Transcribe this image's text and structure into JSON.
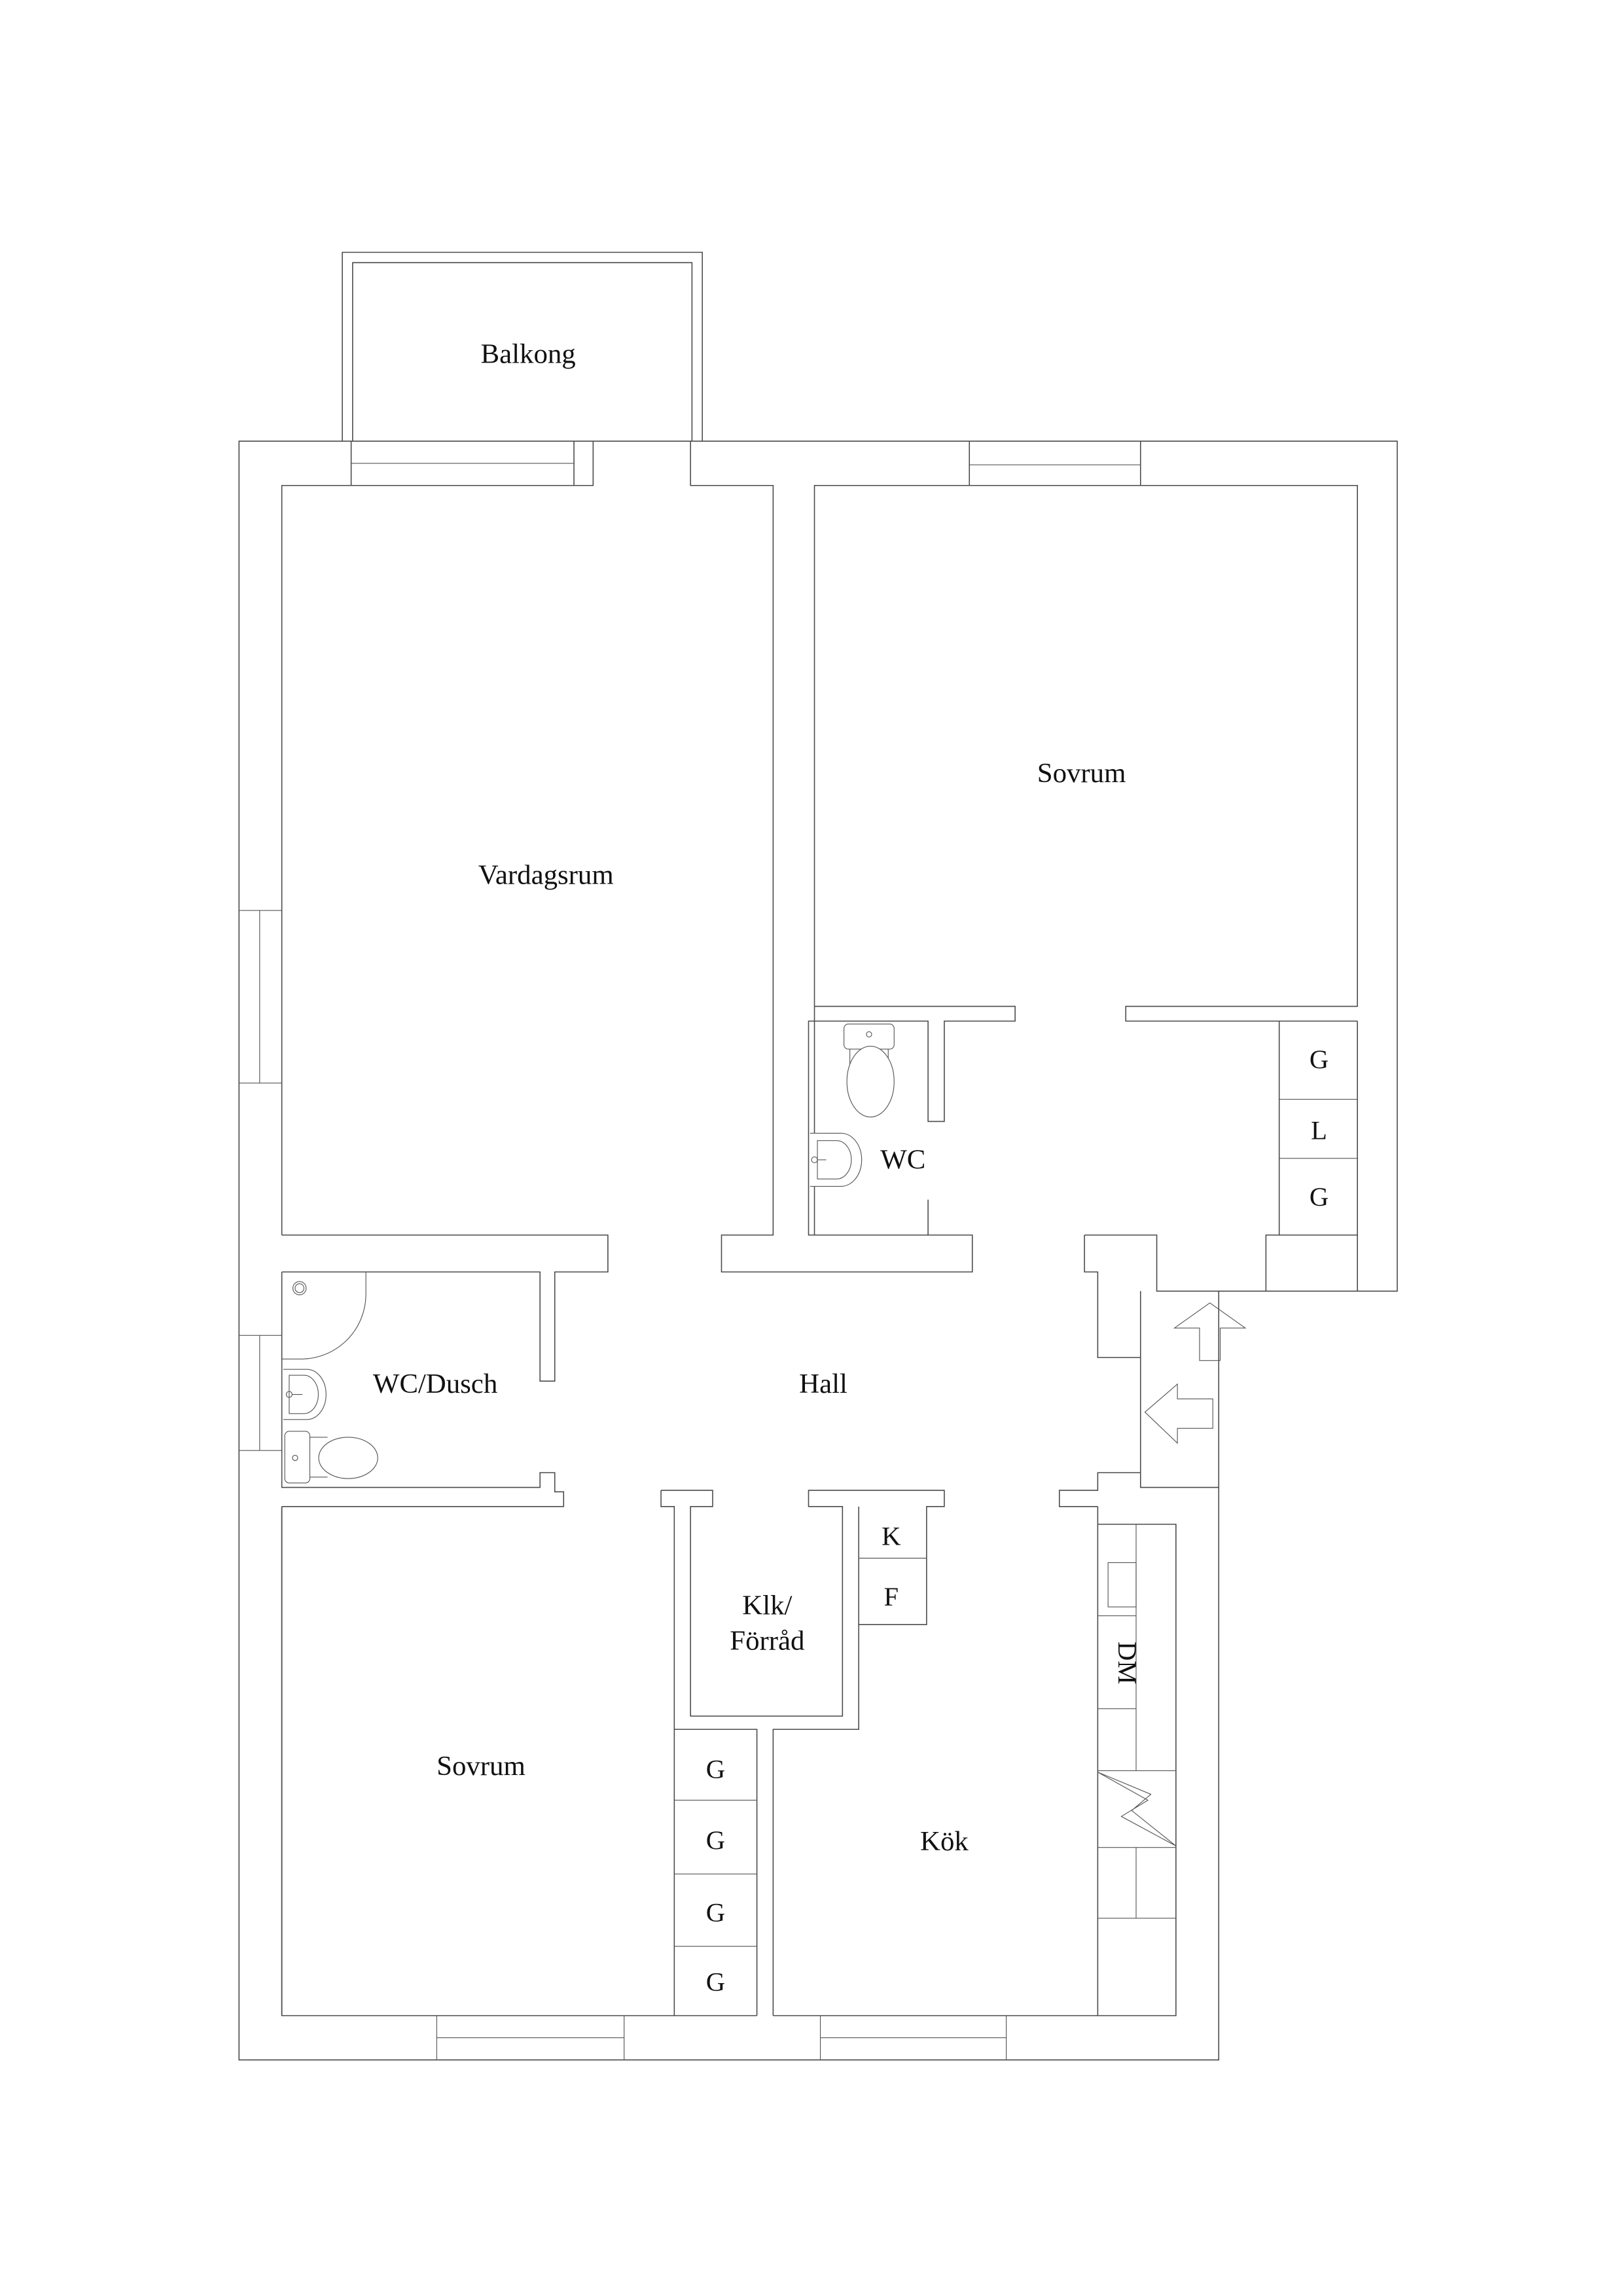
{
  "floorplan": {
    "rooms": {
      "balcony": "Balkong",
      "living_room": "Vardagsrum",
      "bedroom_top": "Sovrum",
      "wc_small": "WC",
      "wc_shower": "WC/Dusch",
      "hall": "Hall",
      "storage_line1": "Klk/",
      "storage_line2": "Förråd",
      "bedroom_bottom": "Sovrum",
      "kitchen": "Kök"
    },
    "closets": {
      "hall_right": [
        "G",
        "L",
        "G"
      ],
      "bedroom_bottom": [
        "G",
        "G",
        "G",
        "G"
      ],
      "kitchen_appliances": [
        "K",
        "F"
      ],
      "dishwasher": "DM"
    },
    "icons": {
      "entrance_arrow_up": "arrow-up",
      "entrance_arrow_left": "arrow-left",
      "stove": "lightning-stove",
      "toilet": "toilet",
      "sink": "washbasin",
      "shower": "shower-drain"
    },
    "colors": {
      "line": "#4a4a4a",
      "text": "#111111",
      "background": "#ffffff"
    }
  }
}
